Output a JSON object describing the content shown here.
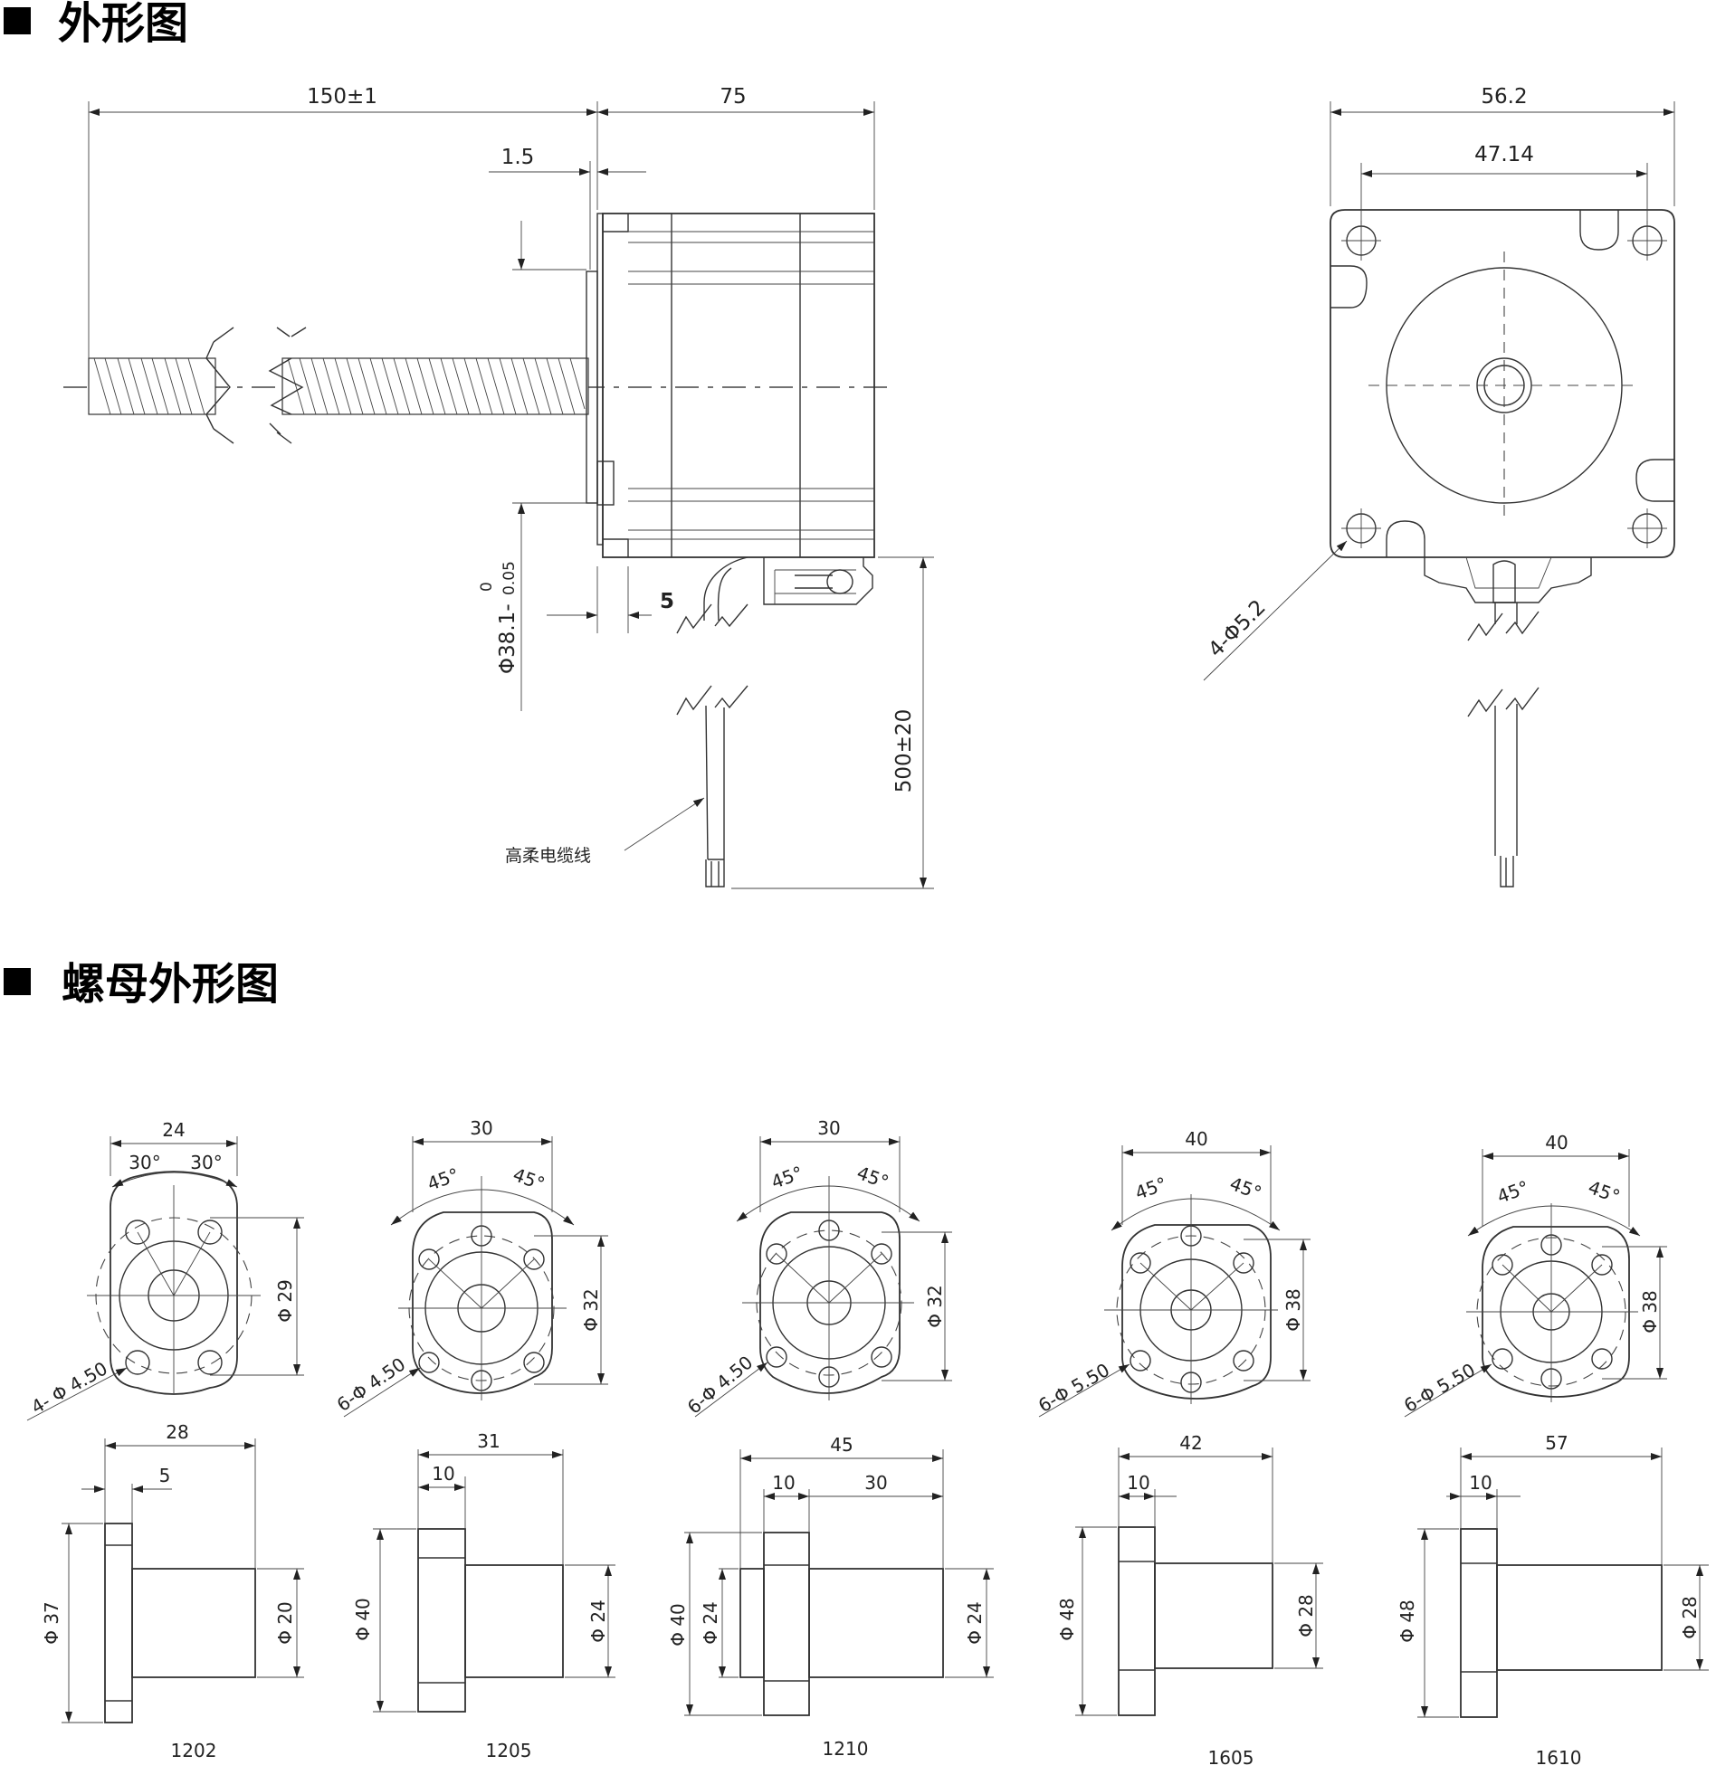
{
  "sections": {
    "outline": {
      "bullet": "■",
      "title": "外形图"
    },
    "nut": {
      "bullet": "■",
      "title": "螺母外形图"
    }
  },
  "motor": {
    "dims": {
      "screw_length": "150±1",
      "body_length": "75",
      "flange_thickness": "1.5",
      "boss_diameter": "Φ38.1-",
      "boss_tol_upper": "0",
      "boss_tol_lower": "0.05",
      "boss_offset": "5",
      "cable_length": "500±20",
      "frame_width": "56.2",
      "hole_spacing": "47.14",
      "mount_holes": "4-Φ5.2"
    },
    "cable_label": "高柔电缆线"
  },
  "nuts": [
    {
      "model": "1202",
      "width": "24",
      "angle_left": "30°",
      "angle_right": "30°",
      "pcd": "Φ 29",
      "holes": "4- Φ 4.50",
      "length": "28",
      "flange": "5",
      "flange_dia": "Φ 37",
      "body_dia": "Φ 20"
    },
    {
      "model": "1205",
      "width": "30",
      "angle_left": "45°",
      "angle_right": "45°",
      "pcd": "Φ 32",
      "holes": "6-Φ 4.50",
      "length": "31",
      "flange": "10",
      "flange_dia": "Φ 40",
      "body_dia": "Φ 24"
    },
    {
      "model": "1210",
      "width": "30",
      "angle_left": "45°",
      "angle_right": "45°",
      "pcd": "Φ 32",
      "holes": "6-Φ 4.50",
      "length": "45",
      "flange": "10",
      "segment": "30",
      "flange_dia": "Φ 40",
      "pilot_dia": "Φ 24",
      "body_dia": "Φ 24"
    },
    {
      "model": "1605",
      "width": "40",
      "angle_left": "45°",
      "angle_right": "45°",
      "pcd": "Φ 38",
      "holes": "6-Φ 5.50",
      "length": "42",
      "flange": "10",
      "flange_dia": "Φ 48",
      "body_dia": "Φ 28"
    },
    {
      "model": "1610",
      "width": "40",
      "angle_left": "45°",
      "angle_right": "45°",
      "pcd": "Φ 38",
      "holes": "6-Φ 5.50",
      "length": "57",
      "flange": "10",
      "flange_dia": "Φ 48",
      "body_dia": "Φ 28"
    }
  ]
}
